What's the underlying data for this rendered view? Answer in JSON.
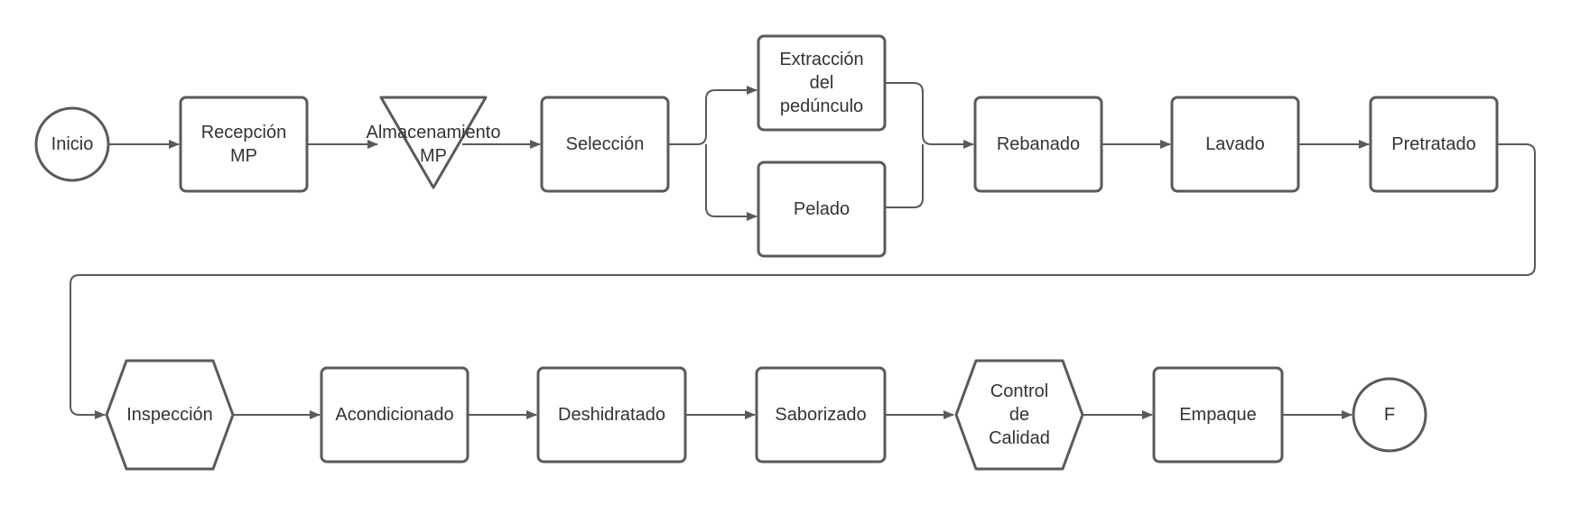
{
  "diagram": {
    "stroke_color": "#5a5a5a",
    "fill_color": "#ffffff",
    "text_color": "#333333",
    "nodes": [
      {
        "id": "inicio",
        "shape": "circle",
        "lines": [
          "Inicio"
        ]
      },
      {
        "id": "recepcion",
        "shape": "rect",
        "lines": [
          "Recepción",
          "MP"
        ]
      },
      {
        "id": "almacenamiento",
        "shape": "triangle",
        "lines": [
          "Almacenamiento",
          "MP"
        ]
      },
      {
        "id": "seleccion",
        "shape": "rect",
        "lines": [
          "Selección"
        ]
      },
      {
        "id": "extraccion",
        "shape": "rect",
        "lines": [
          "Extracción",
          "del",
          "pedúnculo"
        ]
      },
      {
        "id": "pelado",
        "shape": "rect",
        "lines": [
          "Pelado"
        ]
      },
      {
        "id": "rebanado",
        "shape": "rect",
        "lines": [
          "Rebanado"
        ]
      },
      {
        "id": "lavado",
        "shape": "rect",
        "lines": [
          "Lavado"
        ]
      },
      {
        "id": "pretratado",
        "shape": "rect",
        "lines": [
          "Pretratado"
        ]
      },
      {
        "id": "inspeccion",
        "shape": "hexagon",
        "lines": [
          "Inspección"
        ]
      },
      {
        "id": "acondicionado",
        "shape": "rect",
        "lines": [
          "Acondicionado"
        ]
      },
      {
        "id": "deshidratado",
        "shape": "rect",
        "lines": [
          "Deshidratado"
        ]
      },
      {
        "id": "saborizado",
        "shape": "rect",
        "lines": [
          "Saborizado"
        ]
      },
      {
        "id": "control",
        "shape": "hexagon",
        "lines": [
          "Control",
          "de",
          "Calidad"
        ]
      },
      {
        "id": "empaque",
        "shape": "rect",
        "lines": [
          "Empaque"
        ]
      },
      {
        "id": "fin",
        "shape": "circle",
        "lines": [
          "F"
        ]
      }
    ],
    "edges": [
      {
        "from": "inicio",
        "to": "recepcion"
      },
      {
        "from": "recepcion",
        "to": "almacenamiento"
      },
      {
        "from": "almacenamiento",
        "to": "seleccion"
      },
      {
        "from": "seleccion",
        "to": "extraccion"
      },
      {
        "from": "seleccion",
        "to": "pelado"
      },
      {
        "from": "extraccion",
        "to": "rebanado"
      },
      {
        "from": "pelado",
        "to": "rebanado"
      },
      {
        "from": "rebanado",
        "to": "lavado"
      },
      {
        "from": "lavado",
        "to": "pretratado"
      },
      {
        "from": "pretratado",
        "to": "inspeccion"
      },
      {
        "from": "inspeccion",
        "to": "acondicionado"
      },
      {
        "from": "acondicionado",
        "to": "deshidratado"
      },
      {
        "from": "deshidratado",
        "to": "saborizado"
      },
      {
        "from": "saborizado",
        "to": "control"
      },
      {
        "from": "control",
        "to": "empaque"
      },
      {
        "from": "empaque",
        "to": "fin"
      }
    ]
  }
}
